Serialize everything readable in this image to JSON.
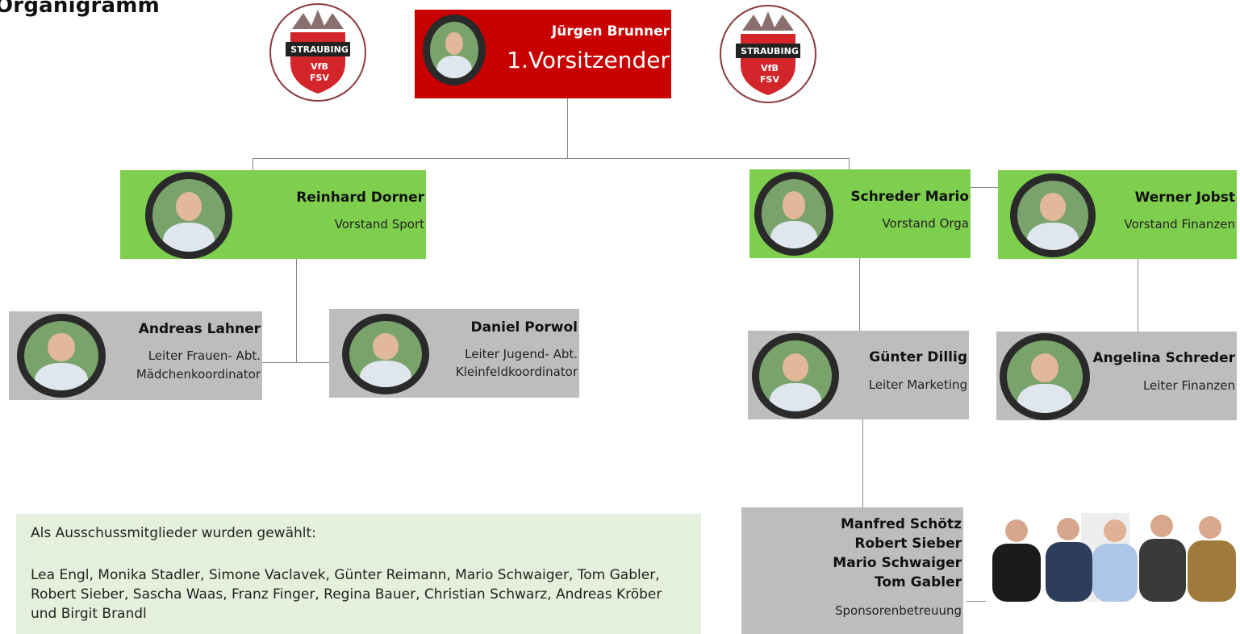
{
  "page": {
    "title": "Organigramm"
  },
  "logo": {
    "text_top": "STRAUBING",
    "text_mid": "VfB",
    "text_bottom": "FSV"
  },
  "chairman": {
    "name": "Jürgen Brunner",
    "role": "1.Vorsitzender"
  },
  "board": [
    {
      "name": "Reinhard Dorner",
      "role": "Vorstand Sport"
    },
    {
      "name": "Schreder Mario",
      "role": "Vorstand Orga"
    },
    {
      "name": "Werner Jobst",
      "role": "Vorstand Finanzen"
    }
  ],
  "leaders": [
    {
      "name": "Andreas Lahner",
      "role_line1": "Leiter Frauen- Abt.",
      "role_line2": "Mädchenkoordinator"
    },
    {
      "name": "Daniel Porwol",
      "role_line1": "Leiter Jugend- Abt.",
      "role_line2": "Kleinfeldkoordinator"
    },
    {
      "name": "Günter Dillig",
      "role_line1": "Leiter Marketing"
    },
    {
      "name": "Angelina Schreder",
      "role_line1": "Leiter Finanzen"
    }
  ],
  "sponsors": {
    "names": [
      "Manfred Schötz",
      "Robert Sieber",
      "Mario Schwaiger",
      "Tom Gabler"
    ],
    "role": "Sponsorenbetreuung"
  },
  "committee": {
    "heading": "Als Ausschussmitglieder wurden gewählt:",
    "members": "Lea Engl, Monika Stadler, Simone Vaclavek, Günter Reimann, Mario Schwaiger, Tom Gabler, Robert Sieber, Sascha Waas, Franz Finger, Regina Bauer, Christian Schwarz, Andreas Kröber und Birgit Brandl"
  },
  "colors": {
    "chairman_bg": "#c80000",
    "board_bg": "#7fcf4f",
    "leader_bg": "#bdbdbd",
    "committee_bg": "#e4f0db"
  }
}
